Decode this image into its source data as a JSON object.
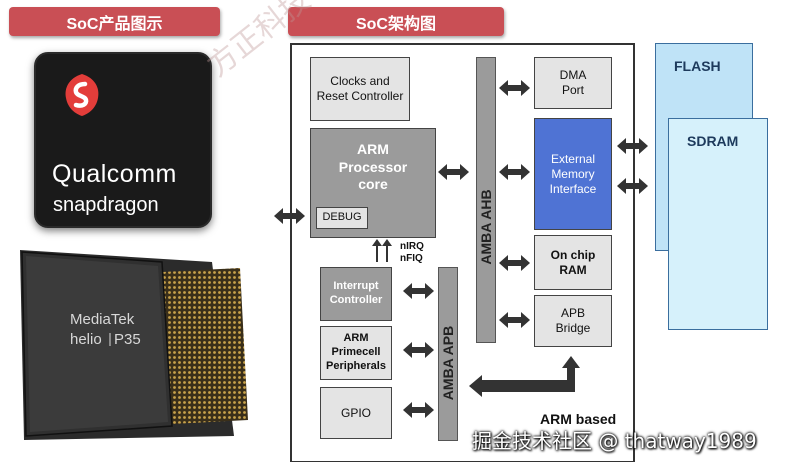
{
  "headers": {
    "left": "SoC产品图示",
    "right": "SoC架构图"
  },
  "qualcomm": {
    "brand": "Qualcomm",
    "sub": "snapdragon"
  },
  "mediatek": {
    "brand": "MediaTek",
    "sub": "helio",
    "model": "P35"
  },
  "blocks": {
    "clocks": [
      "Clocks and",
      "Reset Controller"
    ],
    "arm_core": [
      "ARM",
      "Processor",
      "core"
    ],
    "debug": "DEBUG",
    "irq": [
      "nIRQ",
      "nFIQ"
    ],
    "interrupt": [
      "Interrupt",
      "Controller"
    ],
    "primecell": [
      "ARM",
      "Primecell",
      "Peripherals"
    ],
    "gpio": "GPIO",
    "dma": [
      "DMA",
      "Port"
    ],
    "emi": [
      "External",
      "Memory",
      "Interface"
    ],
    "onchip_ram": [
      "On chip",
      "RAM"
    ],
    "apb_bridge": [
      "APB",
      "Bridge"
    ]
  },
  "buses": {
    "ahb": "AMBA AHB",
    "apb": "AMBA APB"
  },
  "external": {
    "flash": "FLASH",
    "sdram": "SDRAM"
  },
  "soc_label": "ARM based",
  "watermark": "方正科技",
  "credit": "掘金技术社区 @ thatway1989",
  "colors": {
    "header": "#c94f55",
    "emi": "#4f73d4",
    "grey_block": "#9b9b9b",
    "light_block": "#e4e4e4",
    "external": "#bfe3f7"
  }
}
